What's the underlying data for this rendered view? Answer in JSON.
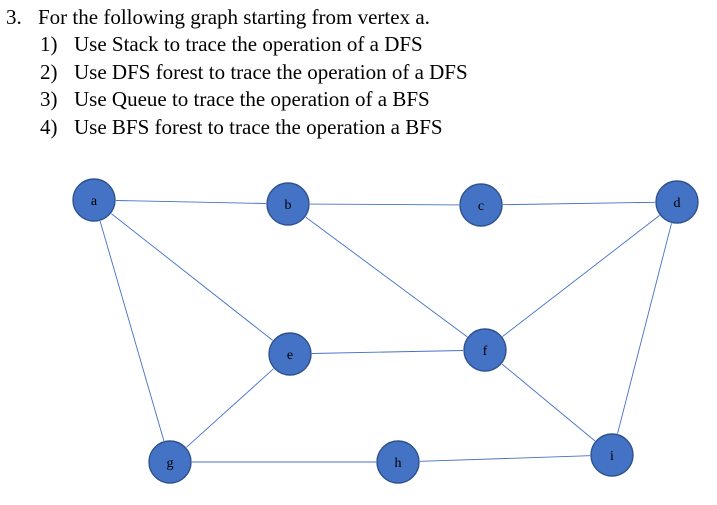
{
  "question": {
    "number": "3.",
    "text": "For the following graph starting from vertex a.",
    "steps": [
      {
        "num": "1)",
        "text": "Use Stack to trace the operation of a DFS"
      },
      {
        "num": "2)",
        "text": "Use DFS forest to trace the operation of a DFS"
      },
      {
        "num": "3)",
        "text": "Use Queue to trace the operation of a BFS"
      },
      {
        "num": "4)",
        "text": "Use BFS forest to trace the operation a BFS"
      }
    ]
  },
  "graph": {
    "node_color": "#4472c4",
    "edge_color": "#4472c4",
    "nodes": [
      {
        "id": "a",
        "label": "a"
      },
      {
        "id": "b",
        "label": "b"
      },
      {
        "id": "c",
        "label": "c"
      },
      {
        "id": "d",
        "label": "d"
      },
      {
        "id": "e",
        "label": "e"
      },
      {
        "id": "f",
        "label": "f"
      },
      {
        "id": "g",
        "label": "g"
      },
      {
        "id": "h",
        "label": "h"
      },
      {
        "id": "i",
        "label": "i"
      }
    ],
    "edges": [
      [
        "a",
        "b"
      ],
      [
        "a",
        "e"
      ],
      [
        "a",
        "g"
      ],
      [
        "b",
        "c"
      ],
      [
        "b",
        "f"
      ],
      [
        "c",
        "d"
      ],
      [
        "d",
        "f"
      ],
      [
        "d",
        "i"
      ],
      [
        "e",
        "f"
      ],
      [
        "e",
        "g"
      ],
      [
        "f",
        "i"
      ],
      [
        "g",
        "h"
      ],
      [
        "h",
        "i"
      ]
    ]
  }
}
